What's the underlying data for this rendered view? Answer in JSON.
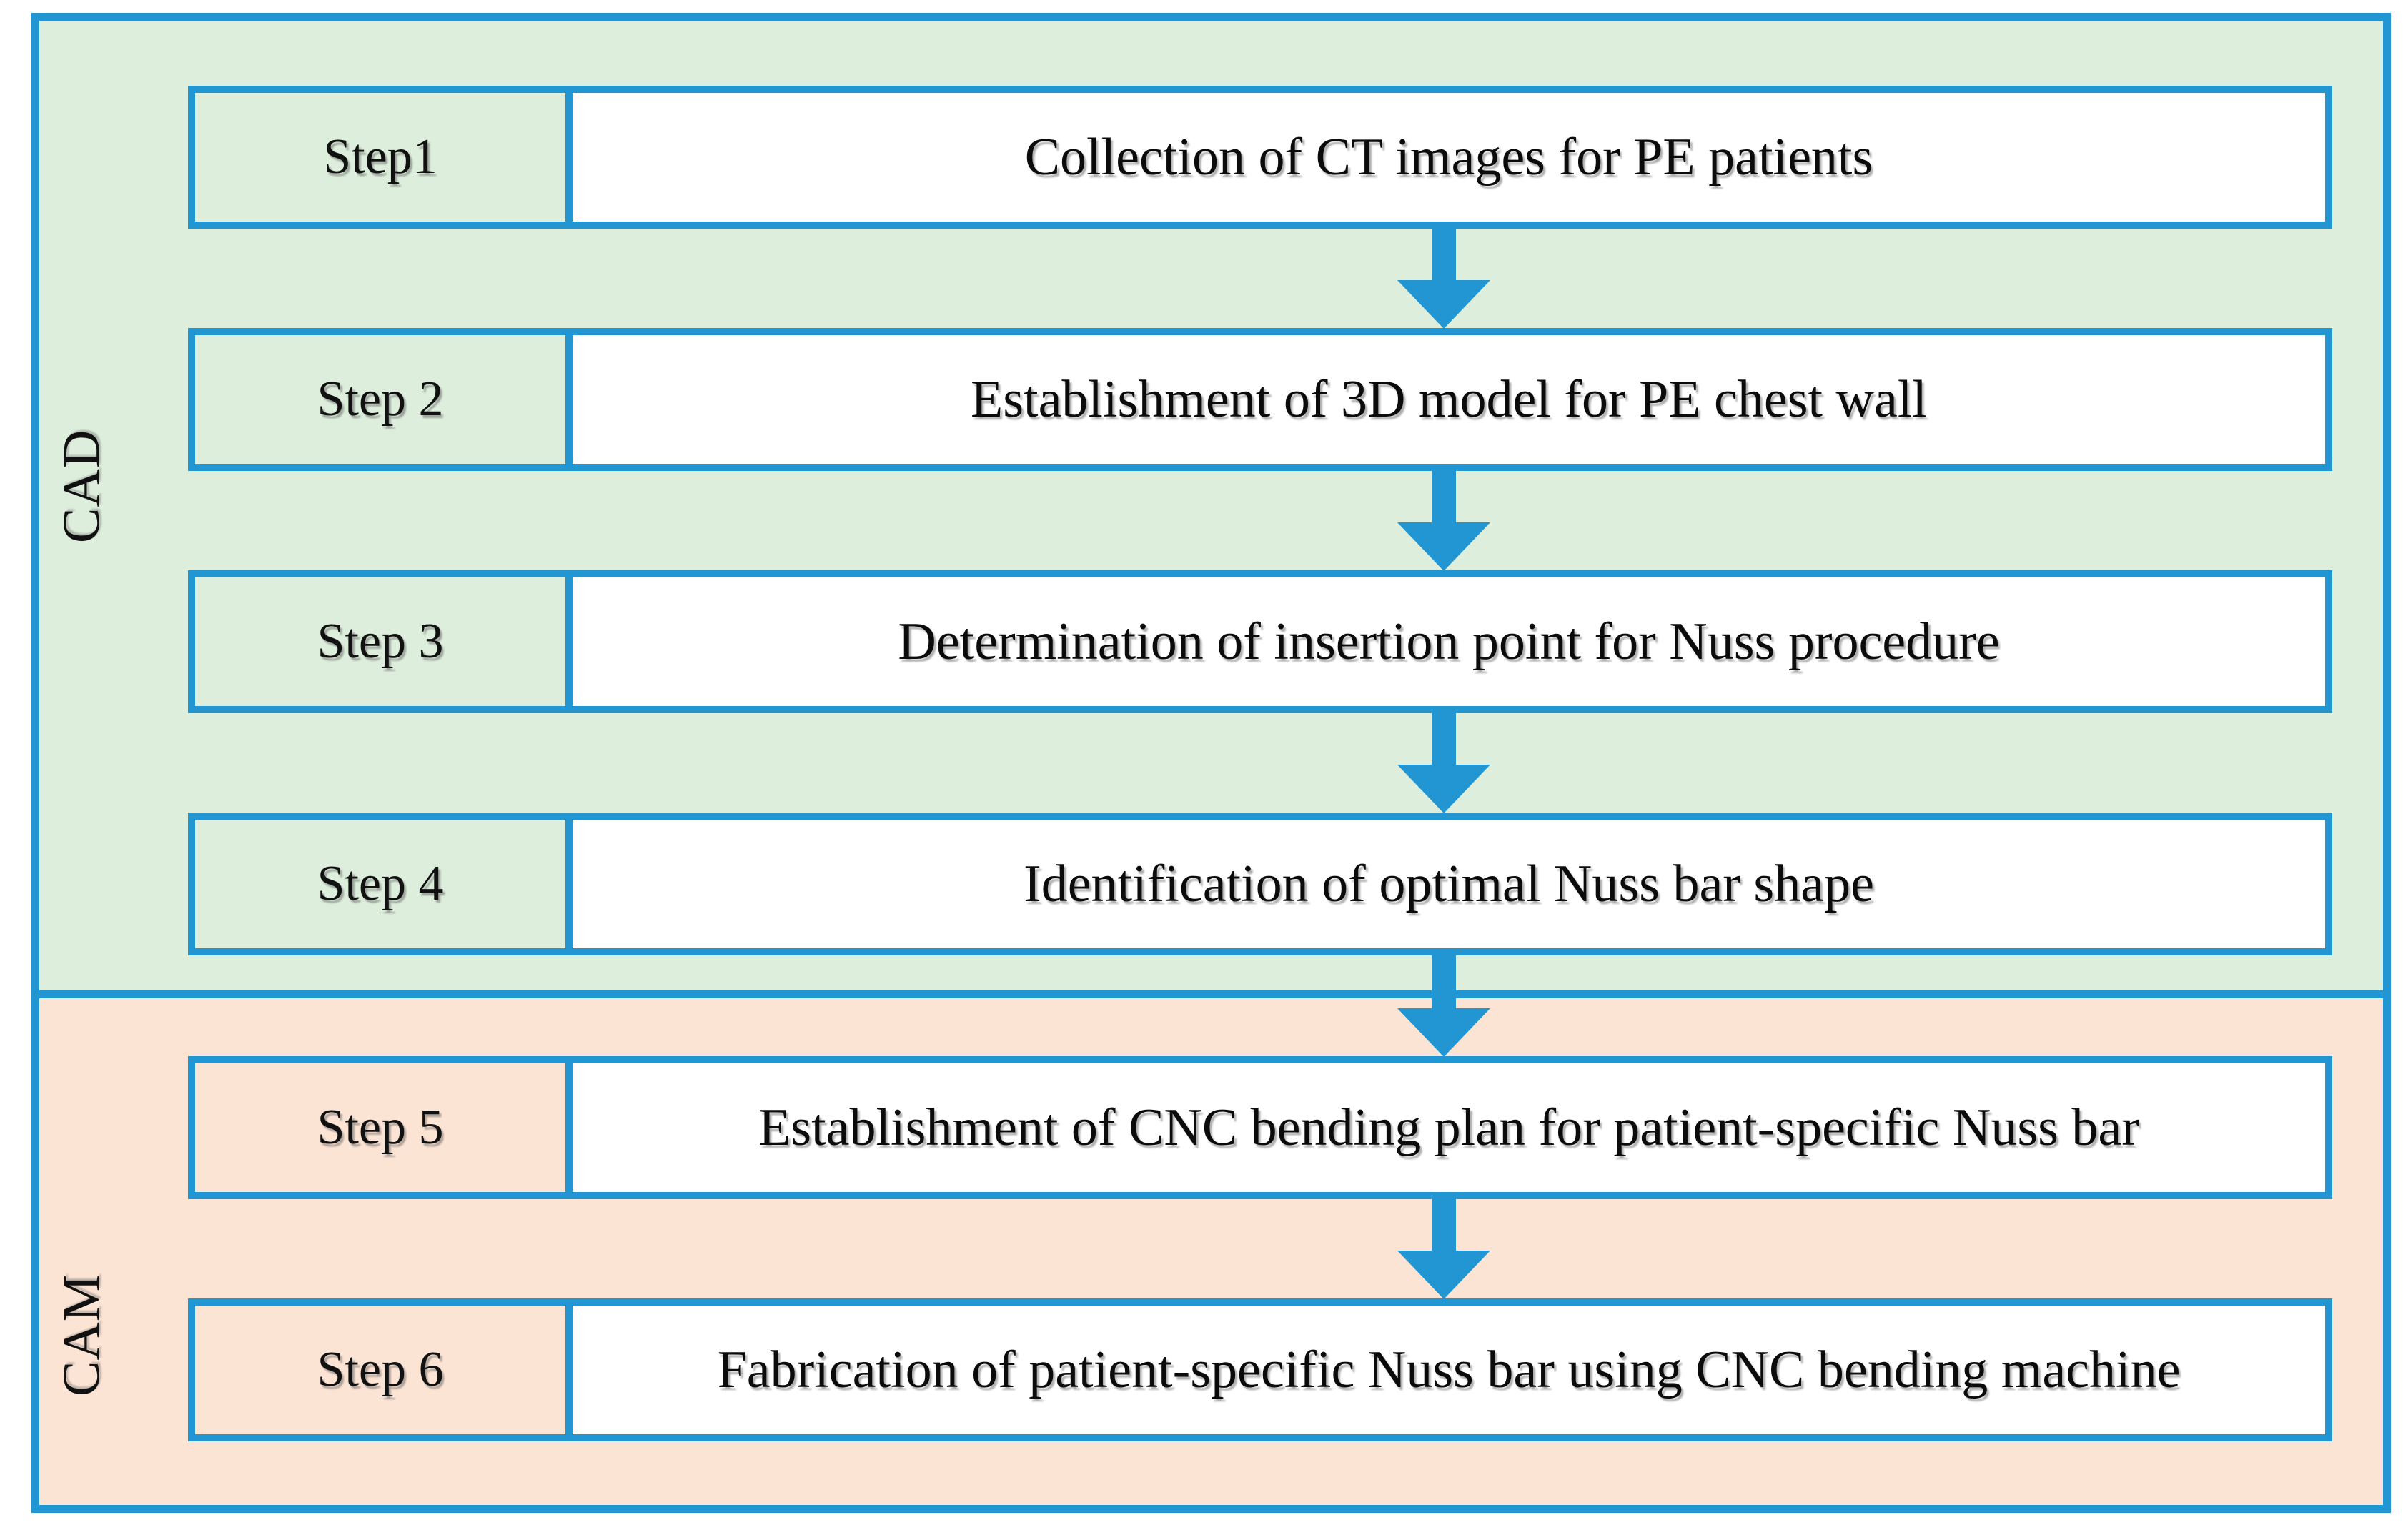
{
  "figure": {
    "kind": "process-flowchart",
    "orientation": "vertical",
    "colors": {
      "accent_blue": "#2196D3",
      "cad_section_fill": "#DDEEDC",
      "cam_section_fill": "#FCE4D5",
      "box_fill": "#FFFFFF",
      "text": "#111111"
    }
  },
  "sections": [
    {
      "id": "cad",
      "label": "CAD",
      "fill": "#DDEEDC",
      "step_range": [
        1,
        4
      ]
    },
    {
      "id": "cam",
      "label": "CAM",
      "fill": "#FCE4D5",
      "step_range": [
        5,
        6
      ]
    }
  ],
  "steps": [
    {
      "tag": "Step1",
      "text": "Collection of CT images for PE patients",
      "section": "cad"
    },
    {
      "tag": "Step 2",
      "text": "Establishment of 3D model for PE chest wall",
      "section": "cad"
    },
    {
      "tag": "Step 3",
      "text": "Determination of insertion point for Nuss procedure",
      "section": "cad"
    },
    {
      "tag": "Step 4",
      "text": "Identification of optimal Nuss bar shape",
      "section": "cad"
    },
    {
      "tag": "Step 5",
      "text": "Establishment of CNC bending plan for patient-specific Nuss bar",
      "section": "cam"
    },
    {
      "tag": "Step 6",
      "text": "Fabrication of patient-specific Nuss bar using CNC bending machine",
      "section": "cam"
    }
  ],
  "connectors": [
    {
      "icon": "down-arrow-icon",
      "from": "Step1",
      "to": "Step 2"
    },
    {
      "icon": "down-arrow-icon",
      "from": "Step 2",
      "to": "Step 3"
    },
    {
      "icon": "down-arrow-icon",
      "from": "Step 3",
      "to": "Step 4"
    },
    {
      "icon": "down-arrow-icon",
      "from": "Step 4",
      "to": "Step 5"
    },
    {
      "icon": "down-arrow-icon",
      "from": "Step 5",
      "to": "Step 6"
    }
  ]
}
